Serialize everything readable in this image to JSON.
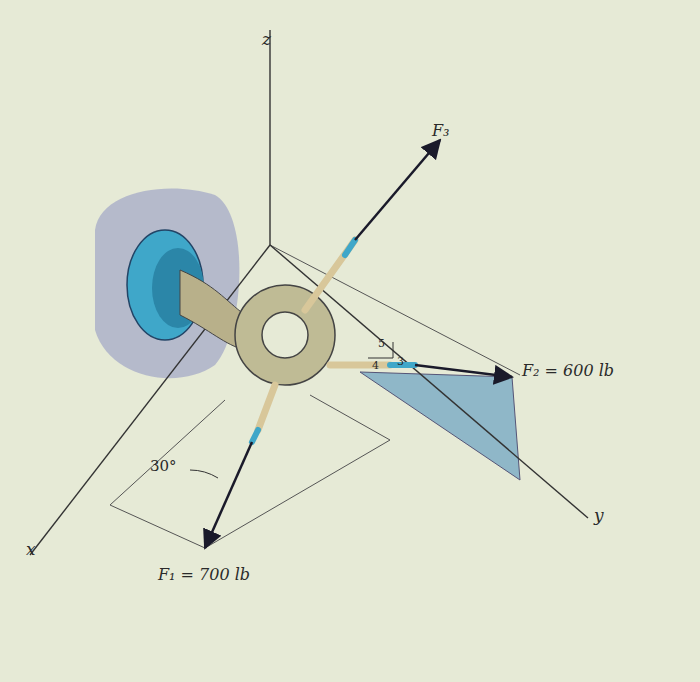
{
  "diagram": {
    "labels": [
      "z",
      "F₃",
      "5",
      "4",
      "3",
      "F₂ = 600 lb",
      "30°",
      "x",
      "y",
      "F₁ = 700 lb"
    ]
  }
}
